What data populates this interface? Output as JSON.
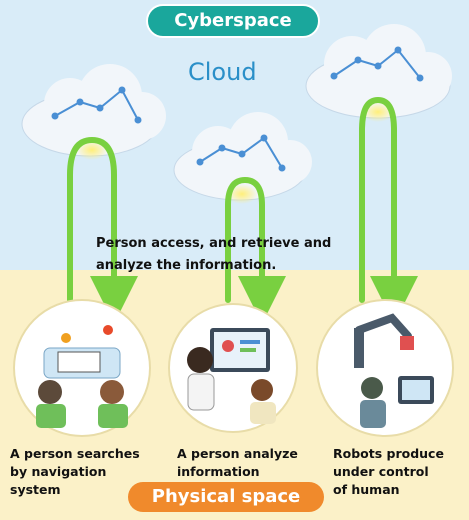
{
  "header": {
    "label": "Cyberspace",
    "color": "#1aa79c"
  },
  "footer": {
    "label": "Physical space",
    "color": "#f08a2c"
  },
  "cloud_label": "Cloud",
  "caption": {
    "line1": "Person access, and retrieve and",
    "line2": "analyze the information."
  },
  "scenes": [
    {
      "id": "navigation",
      "line1": "A person searches",
      "line2": "by navigation",
      "line3": "system"
    },
    {
      "id": "analysis",
      "line1": "A person analyze",
      "line2": "information"
    },
    {
      "id": "robots",
      "line1": "Robots produce",
      "line2": "under control",
      "line3": "of human"
    }
  ],
  "colors": {
    "cyber_bg": "#d9ecf8",
    "physical_bg": "#fbf1c8",
    "arrow": "#79d040",
    "cloud": "#f2f6fa",
    "chart_line": "#4a8fd4"
  }
}
